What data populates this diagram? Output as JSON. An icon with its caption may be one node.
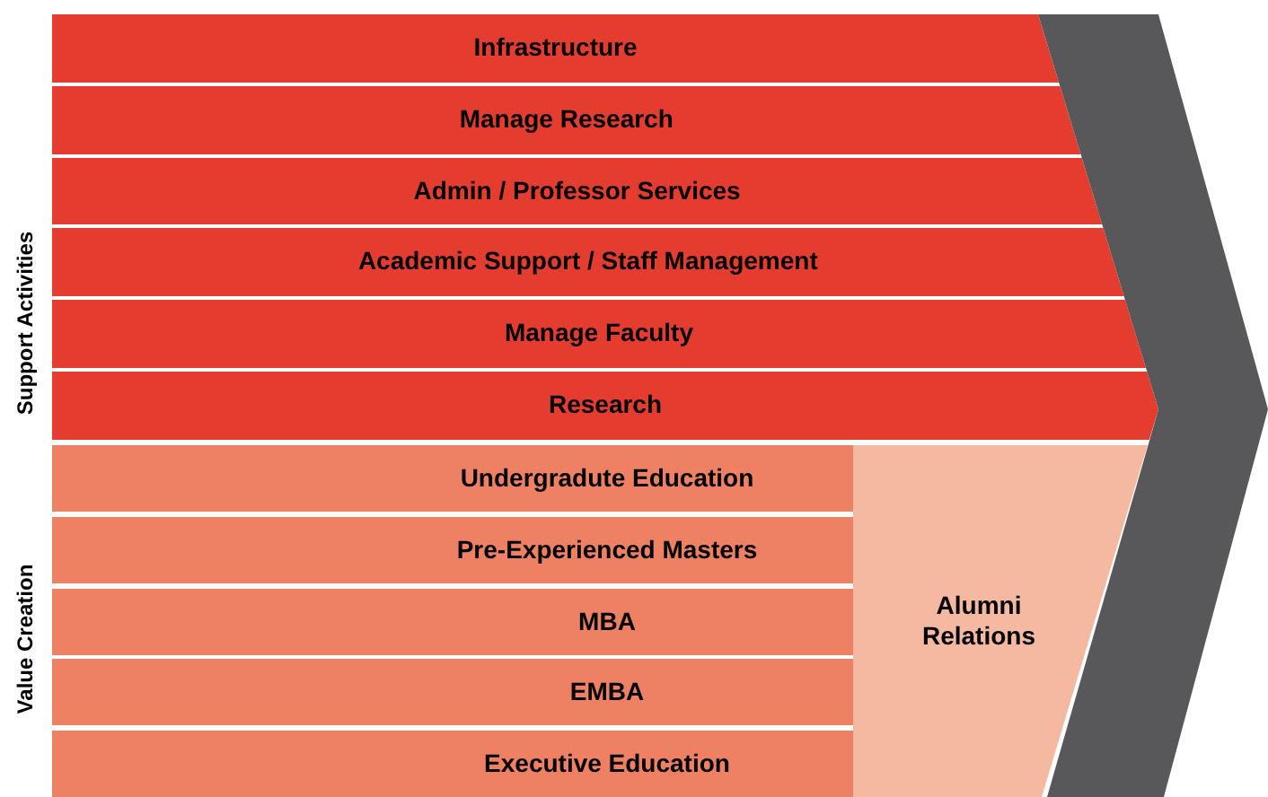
{
  "diagram": {
    "nodes": [
      {
        "text": [
          "Infrastructure"
        ]
      },
      {
        "text": [
          "Manage Research"
        ]
      },
      {
        "text": [
          "Admin / Professor Services"
        ]
      },
      {
        "text": [
          "Academic Support / Staff Management"
        ]
      },
      {
        "text": [
          "Manage Faculty"
        ]
      },
      {
        "text": [
          "Research"
        ]
      },
      {
        "text": [
          "Undergradute Education"
        ]
      },
      {
        "text": [
          "Pre-Experienced Masters"
        ]
      },
      {
        "text": [
          "MBA"
        ]
      },
      {
        "text": [
          "EMBA"
        ]
      },
      {
        "text": [
          "Executive Education"
        ]
      },
      {
        "text": [
          "Alumni Relations"
        ]
      },
      {
        "text": [],
        "shape": "chevron"
      }
    ],
    "labels": [
      "Support Activities",
      "Value Creation"
    ]
  }
}
